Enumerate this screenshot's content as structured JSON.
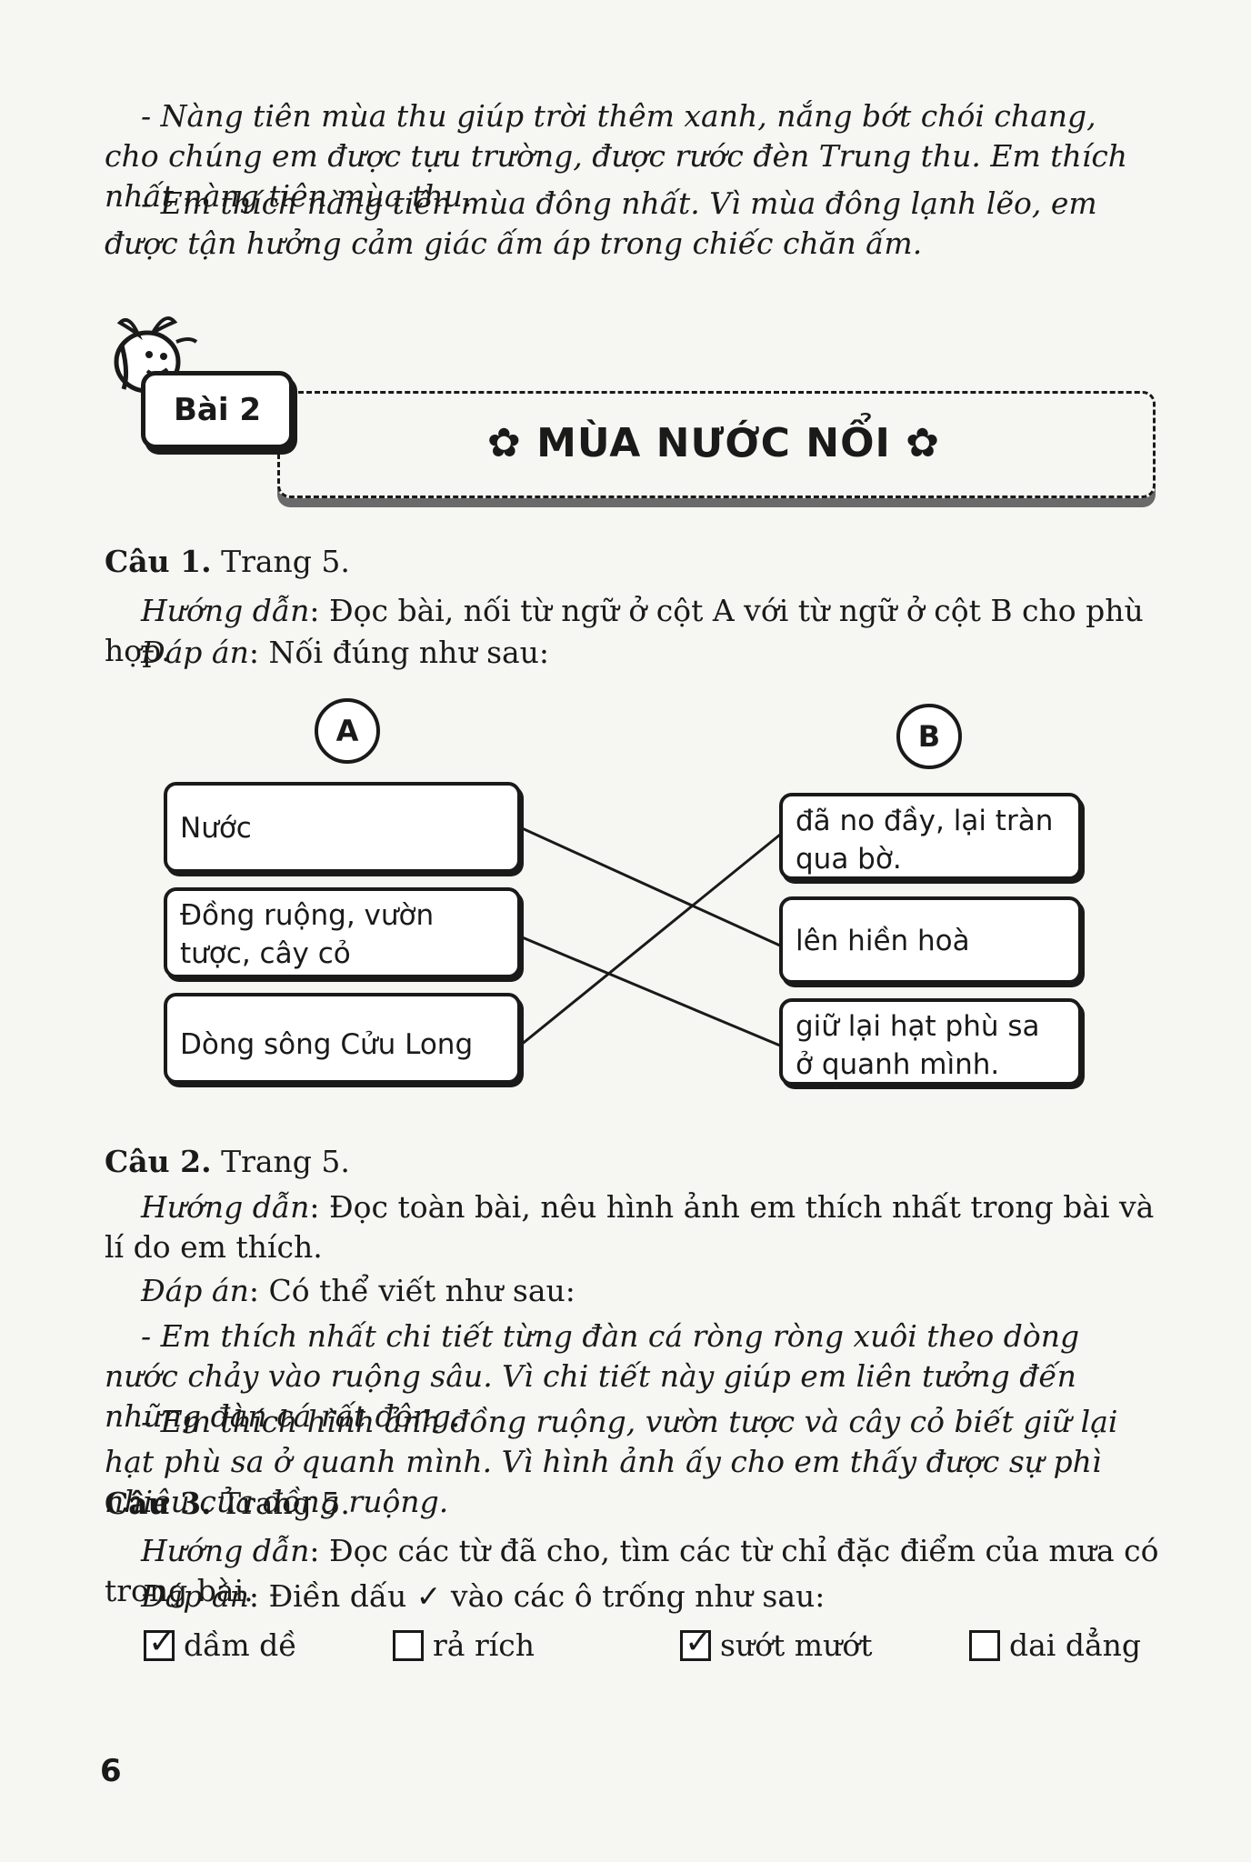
{
  "intro": {
    "line1": "- Nàng tiên mùa thu giúp trời thêm xanh, nắng bớt chói chang, cho chúng em được tựu trường, được rước đèn Trung thu. Em thích nhất nàng tiên mùa thu.",
    "line2": "- Em thích nàng tiên mùa đông nhất. Vì mùa đông lạnh lẽo, em được tận hưởng cảm giác ấm áp trong chiếc chăn ấm."
  },
  "lesson": {
    "tab": "Bài 2",
    "title": "✿ MÙA NƯỚC NỔI ✿"
  },
  "q1": {
    "heading": "Câu 1.",
    "page": " Trang 5.",
    "guide_label": "Hướng dẫn",
    "guide_text": ": Đọc bài, nối từ ngữ ở cột A với từ ngữ ở cột B cho phù hợp.",
    "answer_label": "Đáp án",
    "answer_text": ": Nối đúng như sau:",
    "col_a": "A",
    "col_b": "B",
    "left_items": [
      "Nước",
      "Đồng ruộng, vườn tược, cây cỏ",
      "Dòng sông Cửu Long"
    ],
    "right_items": [
      "đã no đầy, lại tràn qua bờ.",
      "lên hiền hoà",
      "giữ lại hạt phù sa ở quanh mình."
    ]
  },
  "q2": {
    "heading": "Câu 2.",
    "page": " Trang 5.",
    "guide_label": "Hướng dẫn",
    "guide_text": ": Đọc toàn bài, nêu hình ảnh em thích nhất trong bài và lí do em thích.",
    "answer_label": "Đáp án",
    "answer_text": ": Có thể viết như sau:",
    "ans1": "- Em thích nhất chi tiết từng đàn cá ròng ròng xuôi theo dòng nước chảy vào ruộng sâu. Vì chi tiết này giúp em liên tưởng đến những đàn cá rất đông.",
    "ans2": "- Em thích hình ảnh đồng ruộng, vườn tược và cây cỏ biết giữ lại hạt phù sa ở quanh mình. Vì hình ảnh ấy cho em thấy được sự phì nhiêu của đồng ruộng."
  },
  "q3": {
    "heading": "Câu 3.",
    "page": " Trang 5.",
    "guide_label": "Hướng dẫn",
    "guide_text": ": Đọc các từ đã cho, tìm các từ chỉ đặc điểm của mưa có trong bài.",
    "answer_label": "Đáp án",
    "answer_text": ": Điền dấu ✓ vào các ô trống như sau:",
    "options": [
      {
        "label": "dầm dề",
        "checked": true
      },
      {
        "label": "rả rích",
        "checked": false
      },
      {
        "label": "sướt mướt",
        "checked": true
      },
      {
        "label": "dai dẳng",
        "checked": false
      }
    ],
    "tick": "✓"
  },
  "page_number": "6"
}
